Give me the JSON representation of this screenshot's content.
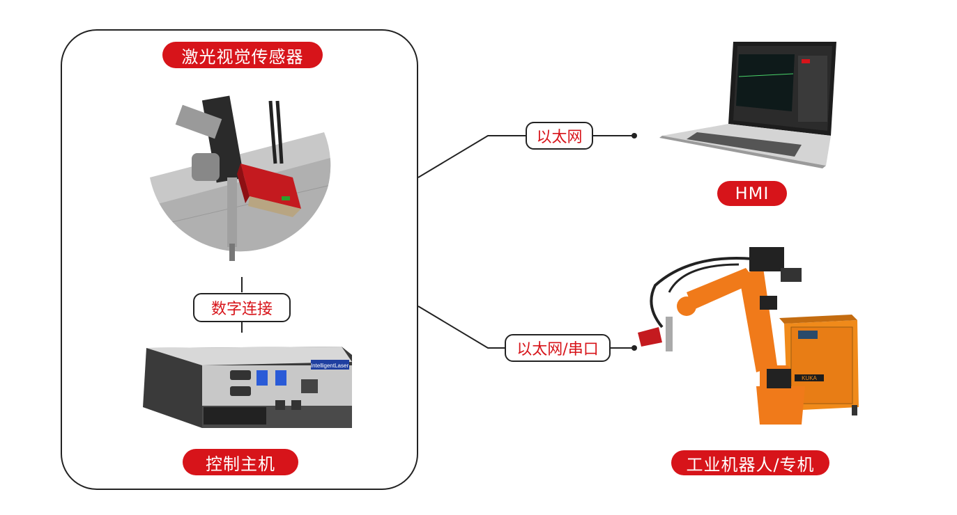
{
  "labels": {
    "sensor": "激光视觉传感器",
    "digital_link": "数字连接",
    "controller": "控制主机",
    "ethernet_hmi": "以太网",
    "hmi": "HMI",
    "ethernet_serial": "以太网/串口",
    "robot": "工业机器人/专机",
    "controller_brand": "IntelligentLaser",
    "robot_brand": "KUKA"
  },
  "colors": {
    "accent": "#d7141a",
    "robot_orange": "#f07a1a",
    "line": "#222222"
  }
}
